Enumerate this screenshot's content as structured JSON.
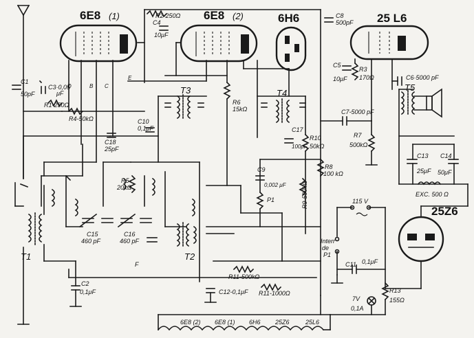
{
  "tubes": {
    "t1": "6E8",
    "t1_idx": "(1)",
    "t2": "6E8",
    "t2_idx": "(2)",
    "t3": "6H6",
    "t4": "25 L6",
    "t5": "25Z6"
  },
  "transformers": {
    "T1": "T1",
    "T2": "T2",
    "T3": "T3",
    "T4": "T4",
    "T5": "T5"
  },
  "components": {
    "C1": "C1",
    "C1v": "50pF",
    "C3": "C3·0,05",
    "C3v": "μF",
    "R1": "R1-250Ω",
    "R4": "R4-50kΩ",
    "R2": "R2-250Ω",
    "C4": "C4",
    "C4v": "10μF",
    "C8": "C8",
    "C8v": "500pF",
    "R6": "R6",
    "R6v": "15kΩ",
    "C10": "C10",
    "C10v": "0,1μF",
    "C18": "C18",
    "C18v": "25pF",
    "C5": "C5",
    "C5v": "10μF",
    "R3": "R3",
    "R3v": "170Ω",
    "C6": "C6·5000 pF",
    "C7": "C7-5000 pF",
    "R7": "R7",
    "R7v": "500kΩ",
    "C17": "C17",
    "C17v": "100pF",
    "R10": "R10",
    "R10v": "50kΩ",
    "C9": "C9",
    "C9v": "0,002 μF",
    "R8": "R8",
    "R8v": "100 kΩ",
    "R9": "R9-500kΩ",
    "P1": "P1",
    "C13": "C13",
    "C13v": "25μF",
    "C14": "C14",
    "C14v": "50μF",
    "EXC": "EXC. 500 Ω",
    "R5": "R5",
    "R5v": "20kΩ",
    "C15": "C15",
    "C15v": "460 pF",
    "C16": "C16",
    "C16v": "460 pF",
    "C2": "C2",
    "C2v": "0,1μF",
    "R11a": "R11-500kΩ",
    "R11b": "R11-1000Ω",
    "C12": "C12-0,1μF",
    "C11": "C11",
    "C11v": "0,1μF",
    "R13": "R13",
    "R13v": "155Ω",
    "V115": "115 V",
    "switch": "Interr",
    "switch2": "de",
    "switch3": "P1",
    "lamp": "7V",
    "lamp2": "0,1A",
    "F": "F",
    "D": "D",
    "B": "B",
    "Cc": "C",
    "E": "E"
  },
  "filament_chain": [
    "6E8 (2)",
    "6E8 (1)",
    "6H6",
    "25Z6",
    "25L6"
  ]
}
